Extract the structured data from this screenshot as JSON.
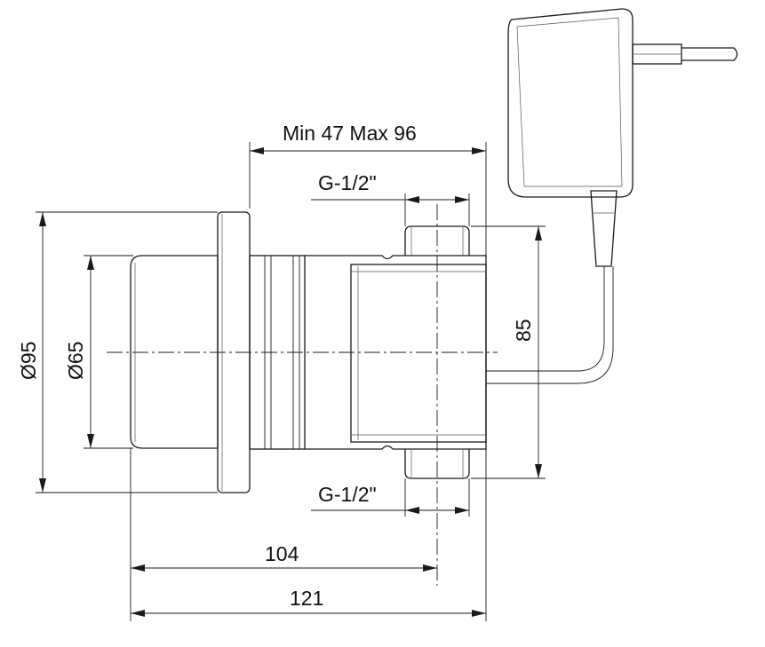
{
  "dimensions": {
    "stroke_range": "Min 47  Max 96",
    "thread_top": "G-1/2\"",
    "thread_bottom": "G-1/2\"",
    "outer_diameter": "Ø95",
    "inner_diameter": "Ø65",
    "connection_spacing": "85",
    "length_to_connection": "104",
    "overall_length": "121"
  },
  "colors": {
    "line": "#1a1a1a",
    "background": "#ffffff"
  }
}
